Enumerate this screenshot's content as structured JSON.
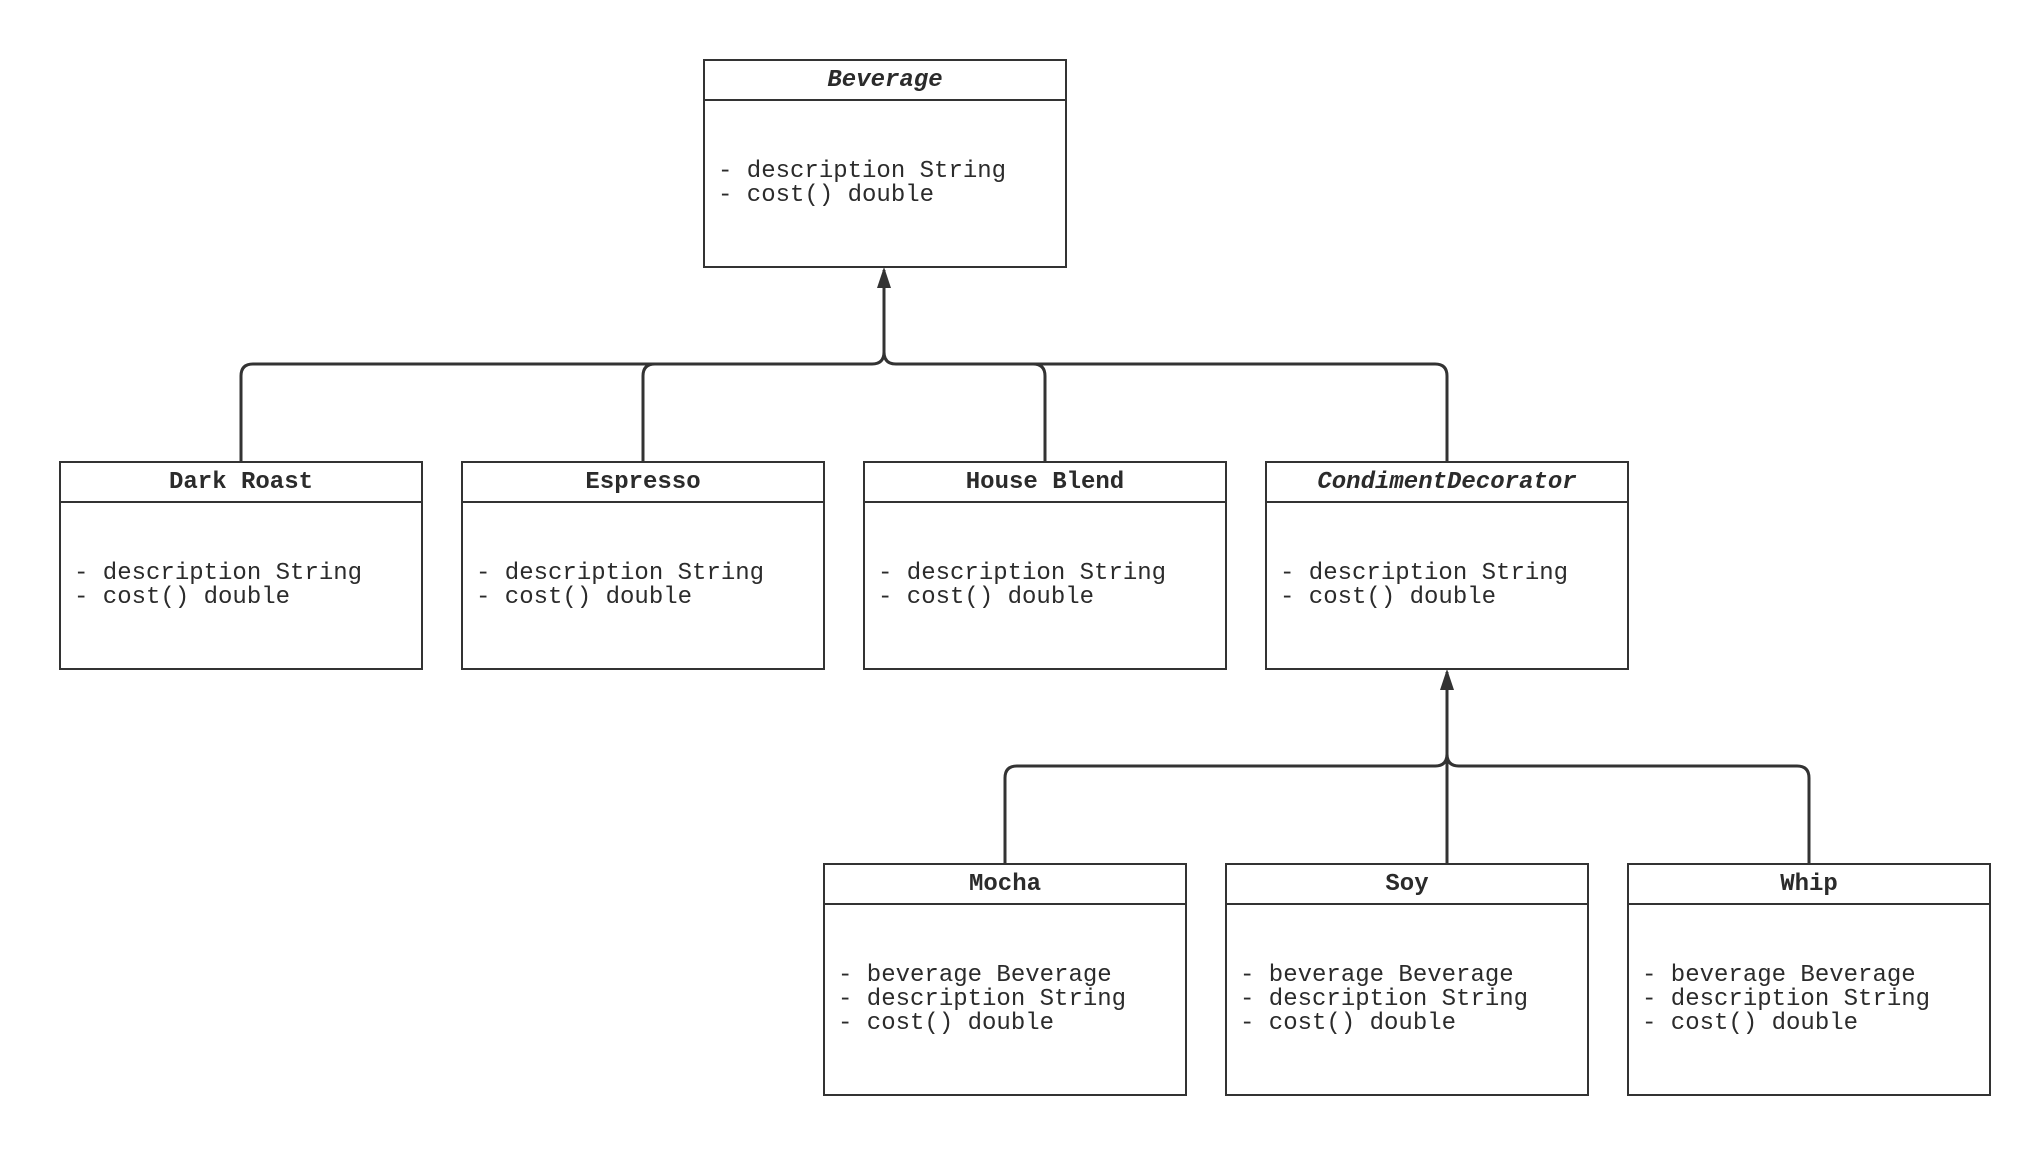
{
  "classes": {
    "beverage": {
      "name": "Beverage",
      "abstract": true,
      "members": [
        "- description String",
        "- cost() double"
      ]
    },
    "dark_roast": {
      "name": "Dark Roast",
      "abstract": false,
      "members": [
        "- description String",
        "- cost() double"
      ]
    },
    "espresso": {
      "name": "Espresso",
      "abstract": false,
      "members": [
        "- description String",
        "- cost() double"
      ]
    },
    "house_blend": {
      "name": "House Blend",
      "abstract": false,
      "members": [
        "- description String",
        "- cost() double"
      ]
    },
    "condiment_decorator": {
      "name": "CondimentDecorator",
      "abstract": true,
      "members": [
        "- description String",
        "- cost() double"
      ]
    },
    "mocha": {
      "name": "Mocha",
      "abstract": false,
      "members": [
        "- beverage Beverage",
        "- description String",
        "- cost() double"
      ]
    },
    "soy": {
      "name": "Soy",
      "abstract": false,
      "members": [
        "- beverage Beverage",
        "- description String",
        "- cost() double"
      ]
    },
    "whip": {
      "name": "Whip",
      "abstract": false,
      "members": [
        "- beverage Beverage",
        "- description String",
        "- cost() double"
      ]
    }
  },
  "relationships": [
    {
      "type": "inheritance",
      "parent": "beverage",
      "children": [
        "dark_roast",
        "espresso",
        "house_blend",
        "condiment_decorator"
      ]
    },
    {
      "type": "inheritance",
      "parent": "condiment_decorator",
      "children": [
        "mocha",
        "soy",
        "whip"
      ]
    }
  ],
  "colors": {
    "line": "#333333",
    "text": "#2b2b2b",
    "background": "#ffffff"
  }
}
